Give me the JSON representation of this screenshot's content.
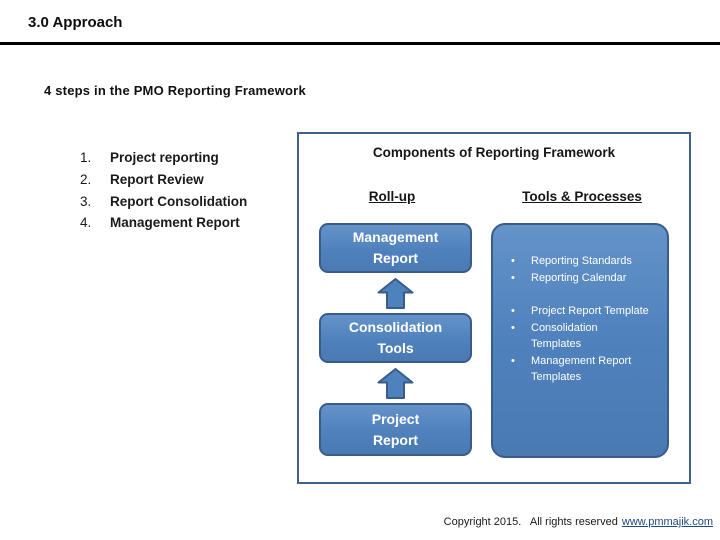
{
  "slide": {
    "title": "3.0 Approach",
    "subtitle": "4 steps in the PMO Reporting Framework"
  },
  "steps": [
    {
      "num": "1.",
      "label": "Project reporting"
    },
    {
      "num": "2.",
      "label": "Report Review"
    },
    {
      "num": "3.",
      "label": "Report Consolidation"
    },
    {
      "num": "4.",
      "label": "Management Report"
    }
  ],
  "diagram": {
    "title": "Components of Reporting Framework",
    "left_column": {
      "header": "Roll-up",
      "boxes": [
        {
          "lines": [
            "Management",
            "Report"
          ]
        },
        {
          "lines": [
            "Consolidation",
            "Tools"
          ]
        },
        {
          "lines": [
            "Project",
            "Report"
          ]
        }
      ]
    },
    "right_column": {
      "header": "Tools & Processes",
      "bullet_marker": "•",
      "bullets_group1": [
        {
          "text": "Reporting Standards"
        },
        {
          "text": "Reporting Calendar"
        }
      ],
      "bullets_group2": [
        {
          "text": "Project Report Template"
        },
        {
          "text": "Consolidation Templates"
        },
        {
          "text": "Management Report Templates"
        }
      ]
    }
  },
  "footer": {
    "copyright": "Copyright 2015.   All rights reserved",
    "link": "www.pmmajik.com"
  },
  "colors": {
    "box_fill": "#4f81bd",
    "box_border": "#385d8a",
    "container_border": "#40618c",
    "link": "#1f497d",
    "rule": "#000000"
  }
}
